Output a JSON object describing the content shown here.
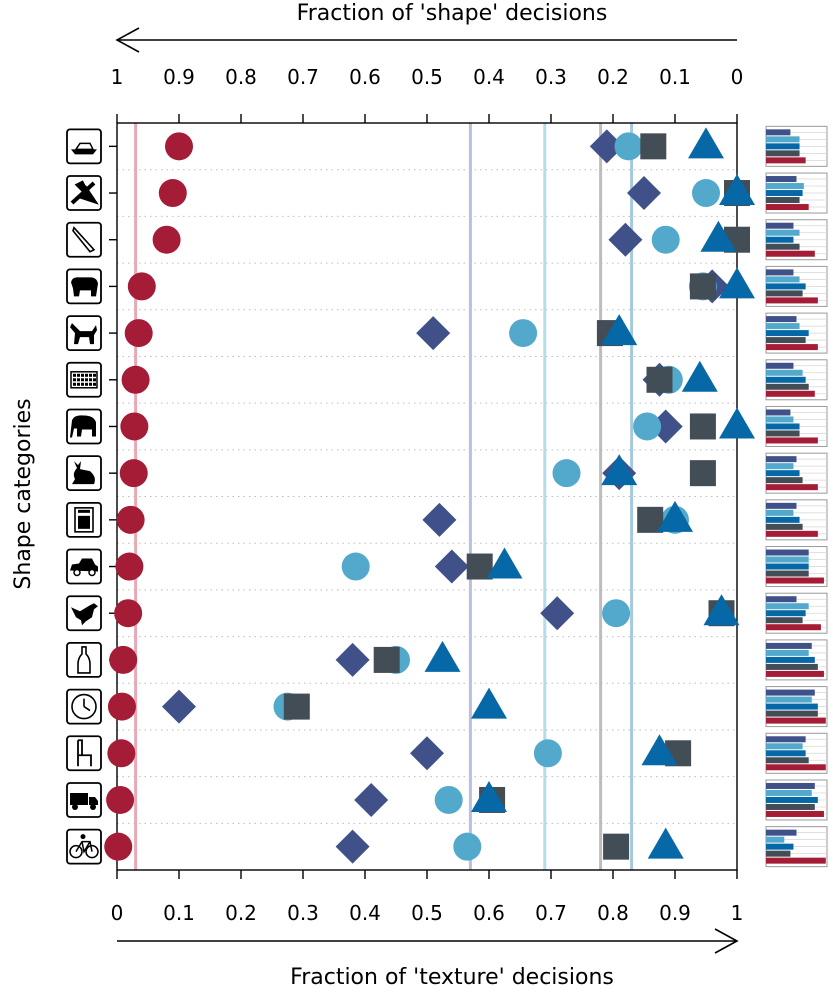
{
  "chart_data": {
    "type": "scatter",
    "top_axis_label": "Fraction of 'shape' decisions",
    "bottom_axis_label": "Fraction of 'texture' decisions",
    "y_axis_label": "Shape categories",
    "top_ticks": [
      "1",
      "0.9",
      "0.8",
      "0.7",
      "0.6",
      "0.5",
      "0.4",
      "0.3",
      "0.2",
      "0.1",
      "0"
    ],
    "bottom_ticks": [
      "0",
      "0.1",
      "0.2",
      "0.3",
      "0.4",
      "0.5",
      "0.6",
      "0.7",
      "0.8",
      "0.9",
      "1"
    ],
    "xlim": [
      0,
      1
    ],
    "grid": "horizontal dotted lines between categories",
    "categories": [
      "boat",
      "airplane",
      "knife",
      "bear",
      "dog",
      "keyboard",
      "elephant",
      "cat",
      "oven",
      "car",
      "bird",
      "bottle",
      "clock",
      "chair",
      "truck",
      "bicycle"
    ],
    "series": [
      {
        "key": "crimson",
        "shape": "circle",
        "color": "#A51C36",
        "mean": 0.03,
        "values": [
          0.1,
          0.09,
          0.08,
          0.04,
          0.035,
          0.03,
          0.028,
          0.027,
          0.022,
          0.02,
          0.018,
          0.01,
          0.008,
          0.007,
          0.005,
          0.002
        ]
      },
      {
        "key": "navy-diamond",
        "shape": "diamond",
        "color": "#3F5188",
        "mean": 0.57,
        "values": [
          0.79,
          0.85,
          0.82,
          0.96,
          0.51,
          0.875,
          0.885,
          0.81,
          0.52,
          0.54,
          0.71,
          0.38,
          0.1,
          0.5,
          0.41,
          0.38
        ]
      },
      {
        "key": "light-blue-circle",
        "shape": "circle",
        "color": "#53A9CB",
        "mean": 0.69,
        "values": [
          0.825,
          0.95,
          0.885,
          0.945,
          0.655,
          0.89,
          0.855,
          0.725,
          0.9,
          0.385,
          0.805,
          0.45,
          0.275,
          0.695,
          0.535,
          0.565
        ]
      },
      {
        "key": "slate-square",
        "shape": "square",
        "color": "#424D56",
        "mean": 0.78,
        "values": [
          0.865,
          1.0,
          1.0,
          0.945,
          0.795,
          0.875,
          0.945,
          0.945,
          0.86,
          0.585,
          0.975,
          0.435,
          0.29,
          0.905,
          0.605,
          0.805
        ]
      },
      {
        "key": "blue-triangle",
        "shape": "triangle",
        "color": "#0768A8",
        "mean": 0.83,
        "values": [
          0.95,
          1.0,
          0.97,
          1.0,
          0.81,
          0.94,
          1.0,
          0.81,
          0.9,
          0.625,
          0.975,
          0.525,
          0.6,
          0.875,
          0.6,
          0.885
        ]
      }
    ],
    "mini_bars_note": "Per-category small horizontal bars (right margin) for each series in order: navy, light blue, blue, slate, crimson",
    "mini_bars": [
      [
        0.4,
        0.55,
        0.55,
        0.55,
        0.65
      ],
      [
        0.5,
        0.62,
        0.6,
        0.55,
        0.7
      ],
      [
        0.45,
        0.55,
        0.45,
        0.55,
        0.8
      ],
      [
        0.45,
        0.55,
        0.65,
        0.6,
        0.85
      ],
      [
        0.5,
        0.55,
        0.7,
        0.65,
        0.85
      ],
      [
        0.45,
        0.6,
        0.65,
        0.7,
        0.8
      ],
      [
        0.4,
        0.45,
        0.55,
        0.55,
        0.85
      ],
      [
        0.5,
        0.45,
        0.55,
        0.6,
        0.85
      ],
      [
        0.5,
        0.45,
        0.55,
        0.6,
        0.85
      ],
      [
        0.7,
        0.7,
        0.7,
        0.7,
        0.95
      ],
      [
        0.5,
        0.7,
        0.65,
        0.6,
        0.9
      ],
      [
        0.75,
        0.7,
        0.8,
        0.85,
        0.95
      ],
      [
        0.8,
        0.75,
        0.85,
        0.85,
        0.98
      ],
      [
        0.65,
        0.6,
        0.65,
        0.7,
        0.98
      ],
      [
        0.8,
        0.75,
        0.85,
        0.8,
        0.95
      ],
      [
        0.5,
        0.3,
        0.45,
        0.4,
        0.98
      ]
    ],
    "mean_line_colors": {
      "crimson": "#E8A9B5",
      "navy-diamond": "#B8C1D9",
      "light-blue-circle": "#B6DCEA",
      "slate-square": "#BDBDBD",
      "blue-triangle": "#A5C8DE"
    },
    "icons": [
      "boat-icon",
      "airplane-icon",
      "knife-icon",
      "bear-icon",
      "dog-icon",
      "keyboard-icon",
      "elephant-icon",
      "cat-icon",
      "oven-icon",
      "car-icon",
      "bird-icon",
      "bottle-icon",
      "clock-icon",
      "chair-icon",
      "truck-icon",
      "bicycle-icon"
    ]
  }
}
